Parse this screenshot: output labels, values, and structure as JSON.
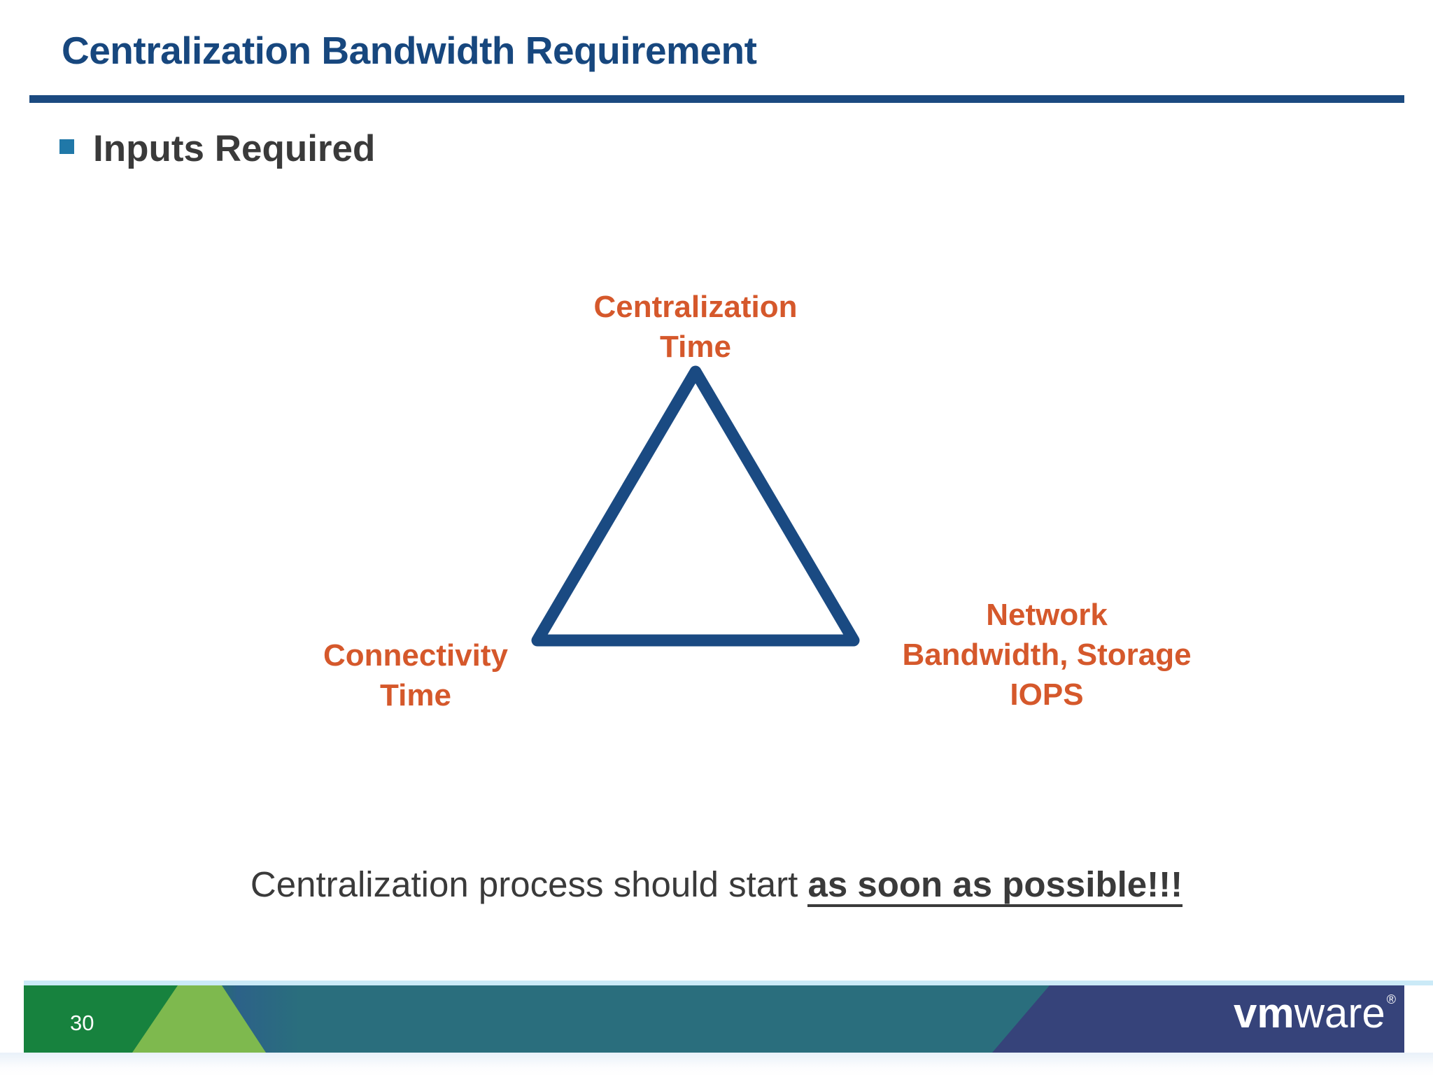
{
  "slide": {
    "title": "Centralization Bandwidth Requirement",
    "bullet_item": "Inputs Required",
    "diagram": {
      "vertex_labels": {
        "top": {
          "line1": "Centralization",
          "line2": "Time"
        },
        "left": {
          "line1": "Connectivity",
          "line2": "Time"
        },
        "right": {
          "line1": "Network",
          "line2": "Bandwidth, Storage",
          "line3": "IOPS"
        }
      }
    },
    "conclusion": {
      "prefix": "Centralization process should start ",
      "emphasis": "as soon as possible!!!"
    },
    "footer": {
      "page_number": "30",
      "logo_vm": "vm",
      "logo_ware": "ware",
      "logo_registered": "®"
    }
  },
  "colors": {
    "title_blue": "#17477E",
    "rule_blue": "#1B4A80",
    "body_text": "#3A3A3A",
    "bullet_teal": "#2078A8",
    "diagram_orange": "#D5582B",
    "triangle_blue": "#1A4A82",
    "footer_green": "#17823E",
    "footer_light_green": "#7EB94E",
    "footer_steel_blue": "#2C6288",
    "footer_teal": "#2A6E7D",
    "footer_navy": "#36437A",
    "footer_top_line": "#CBEAF7",
    "logo_white": "#FFFFFF"
  }
}
